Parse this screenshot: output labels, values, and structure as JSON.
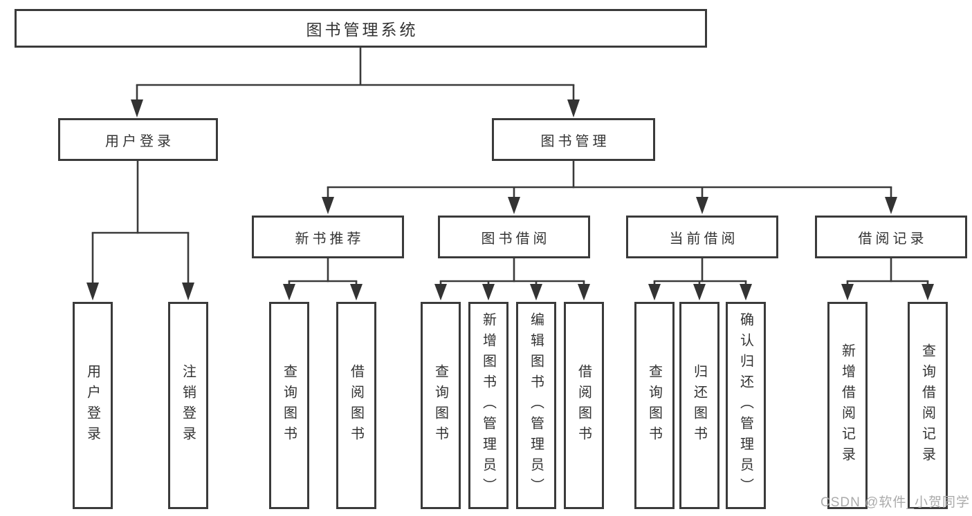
{
  "diagram": {
    "root": "图书管理系统",
    "branches": [
      {
        "label": "用户登录",
        "children": [
          "用户登录",
          "注销登录"
        ]
      },
      {
        "label": "图书管理",
        "groups": [
          {
            "label": "新书推荐",
            "children": [
              "查询图书",
              "借阅图书"
            ]
          },
          {
            "label": "图书借阅",
            "children": [
              "查询图书",
              "新增图书（管理员）",
              "编辑图书（管理员）",
              "借阅图书"
            ]
          },
          {
            "label": "当前借阅",
            "children": [
              "查询图书",
              "归还图书",
              "确认归还（管理员）"
            ]
          },
          {
            "label": "借阅记录",
            "children": [
              "新增借阅记录",
              "查询借阅记录"
            ]
          }
        ]
      }
    ]
  },
  "watermark": "CSDN @软件_小贺同学",
  "colors": {
    "line": "#3a3a3a",
    "text": "#333333",
    "watermark": "#ababab",
    "background": "#ffffff"
  }
}
